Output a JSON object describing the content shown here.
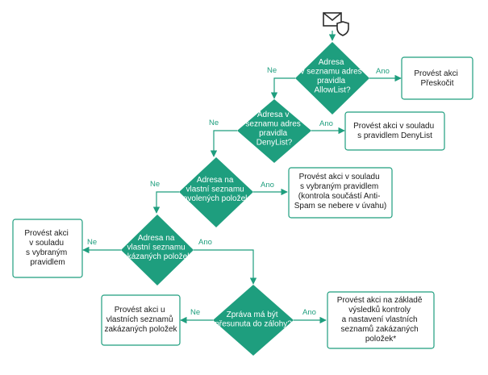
{
  "colors": {
    "teal": "#1e9e7e",
    "box_border": "#1e9e7e",
    "box_text": "#1a1a1a",
    "diamond_text": "#ffffff"
  },
  "icon": "mail-shield-icon",
  "decisions": [
    {
      "id": "allowlist",
      "lines": [
        "Adresa",
        "v seznamu adres",
        "pravidla",
        "AllowList?"
      ]
    },
    {
      "id": "denylist",
      "lines": [
        "Adresa v",
        "seznamu adres",
        "pravidla",
        "DenyList?"
      ]
    },
    {
      "id": "allowed-items",
      "lines": [
        "Adresa na",
        "vlastní seznamu",
        "povolených položek?"
      ]
    },
    {
      "id": "blocked-items",
      "lines": [
        "Adresa na",
        "vlastní seznamu",
        "zakázaných položek?"
      ]
    },
    {
      "id": "backup",
      "lines": [
        "Zpráva má být",
        "přesunuta do zálohy?"
      ]
    }
  ],
  "actions": [
    {
      "id": "skip",
      "lines": [
        "Provést akci",
        "Přeskočit"
      ]
    },
    {
      "id": "denylist-action",
      "lines": [
        "Provést akci v souladu",
        "s pravidlem DenyList"
      ]
    },
    {
      "id": "allowed-action",
      "lines": [
        "Provést akci v souladu",
        "s vybraným pravidlem",
        "(kontrola součástí Anti-",
        "Spam se nebere v úvahu)"
      ]
    },
    {
      "id": "blocked-action",
      "lines": [
        "Provést akci",
        "v souladu",
        "s vybraným",
        "pravidlem"
      ]
    },
    {
      "id": "blocked-list-action",
      "lines": [
        "Provést akci u",
        "vlastních seznamů",
        "zakázaných položek"
      ]
    },
    {
      "id": "scan-result-action",
      "lines": [
        "Provést akci na základě",
        "výsledků kontroly",
        "a nastavení vlastních",
        "seznamů zakázaných",
        "položek*"
      ]
    }
  ],
  "labels": {
    "no": "Ne",
    "yes": "Ano"
  }
}
